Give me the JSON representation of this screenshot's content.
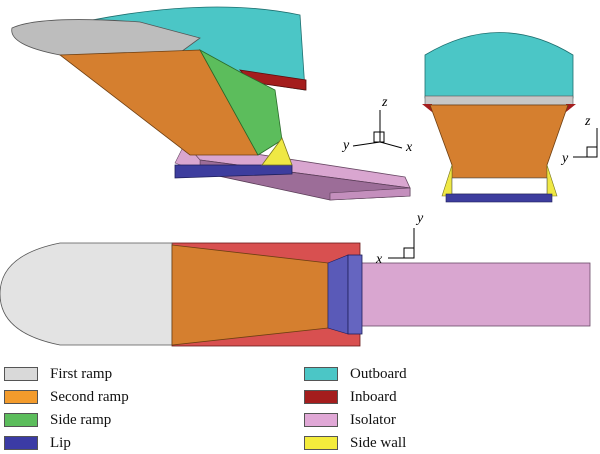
{
  "axes": {
    "iso": {
      "x": "x",
      "y": "y",
      "z": "z"
    },
    "front": {
      "y": "y",
      "z": "z"
    },
    "top": {
      "x": "x",
      "y": "y"
    }
  },
  "colors": {
    "first_ramp": "#d9d9d9",
    "second_ramp": "#d57f2f",
    "side_ramp": "#5cbd5c",
    "lip": "#4646a8",
    "outboard": "#4bc6c6",
    "inboard": "#a41d1d",
    "isolator": "#d9a6d0",
    "side_wall": "#efe844"
  },
  "legend": [
    {
      "label": "First ramp",
      "color": "#d9d9d9"
    },
    {
      "label": "Second ramp",
      "color": "#f39b2c"
    },
    {
      "label": "Side ramp",
      "color": "#5cbd5c"
    },
    {
      "label": "Lip",
      "color": "#3b3ba5"
    },
    {
      "label": "Outboard",
      "color": "#4bc6c6"
    },
    {
      "label": "Inboard",
      "color": "#a41d1d"
    },
    {
      "label": "Isolator",
      "color": "#e0a8d6"
    },
    {
      "label": "Side wall",
      "color": "#f4ec3c"
    }
  ]
}
